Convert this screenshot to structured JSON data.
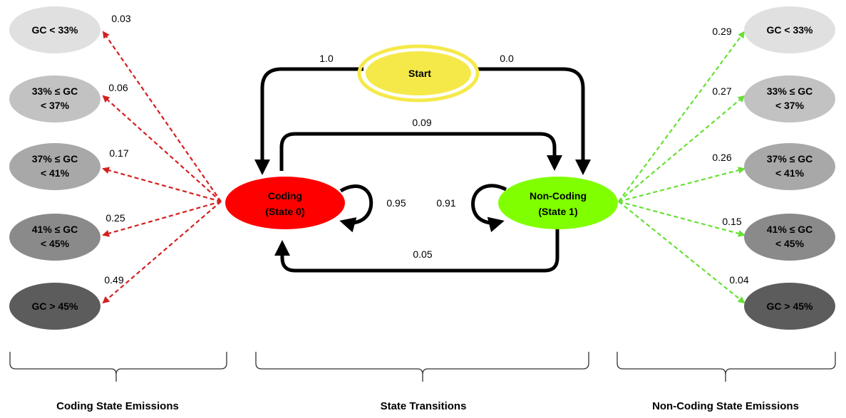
{
  "states": {
    "start": {
      "label": "Start"
    },
    "coding": {
      "line1": "Coding",
      "line2": "(State 0)"
    },
    "noncoding": {
      "line1": "Non-Coding",
      "line2": "(State 1)"
    }
  },
  "transitions": {
    "start_to_coding": "1.0",
    "start_to_noncoding": "0.0",
    "coding_to_noncoding": "0.09",
    "noncoding_to_coding": "0.05",
    "coding_self": "0.95",
    "noncoding_self": "0.91"
  },
  "emissions": {
    "coding": [
      {
        "line1": "GC < 33%",
        "line2": "",
        "prob": "0.03"
      },
      {
        "line1": "33% ≤ GC",
        "line2": "< 37%",
        "prob": "0.06"
      },
      {
        "line1": "37% ≤ GC",
        "line2": "< 41%",
        "prob": "0.17"
      },
      {
        "line1": "41% ≤ GC",
        "line2": "< 45%",
        "prob": "0.25"
      },
      {
        "line1": "GC > 45%",
        "line2": "",
        "prob": "0.49"
      }
    ],
    "noncoding": [
      {
        "line1": "GC < 33%",
        "line2": "",
        "prob": "0.29"
      },
      {
        "line1": "33% ≤ GC",
        "line2": "< 37%",
        "prob": "0.27"
      },
      {
        "line1": "37% ≤ GC",
        "line2": "< 41%",
        "prob": "0.26"
      },
      {
        "line1": "41% ≤ GC",
        "line2": "< 45%",
        "prob": "0.15"
      },
      {
        "line1": "GC > 45%",
        "line2": "",
        "prob": "0.04"
      }
    ]
  },
  "sections": {
    "coding": "Coding State Emissions",
    "transitions": "State Transitions",
    "noncoding": "Non-Coding State Emissions"
  },
  "colors": {
    "coding": "#ff0000",
    "noncoding": "#80ff00",
    "start": "#f5e94a",
    "start_ring": "#f5e94a",
    "coding_arrow": "#d42020",
    "noncoding_arrow": "#66e033",
    "bin_fills": [
      "#e0e0e0",
      "#c2c2c2",
      "#a8a8a8",
      "#8a8a8a",
      "#5c5c5c"
    ]
  }
}
